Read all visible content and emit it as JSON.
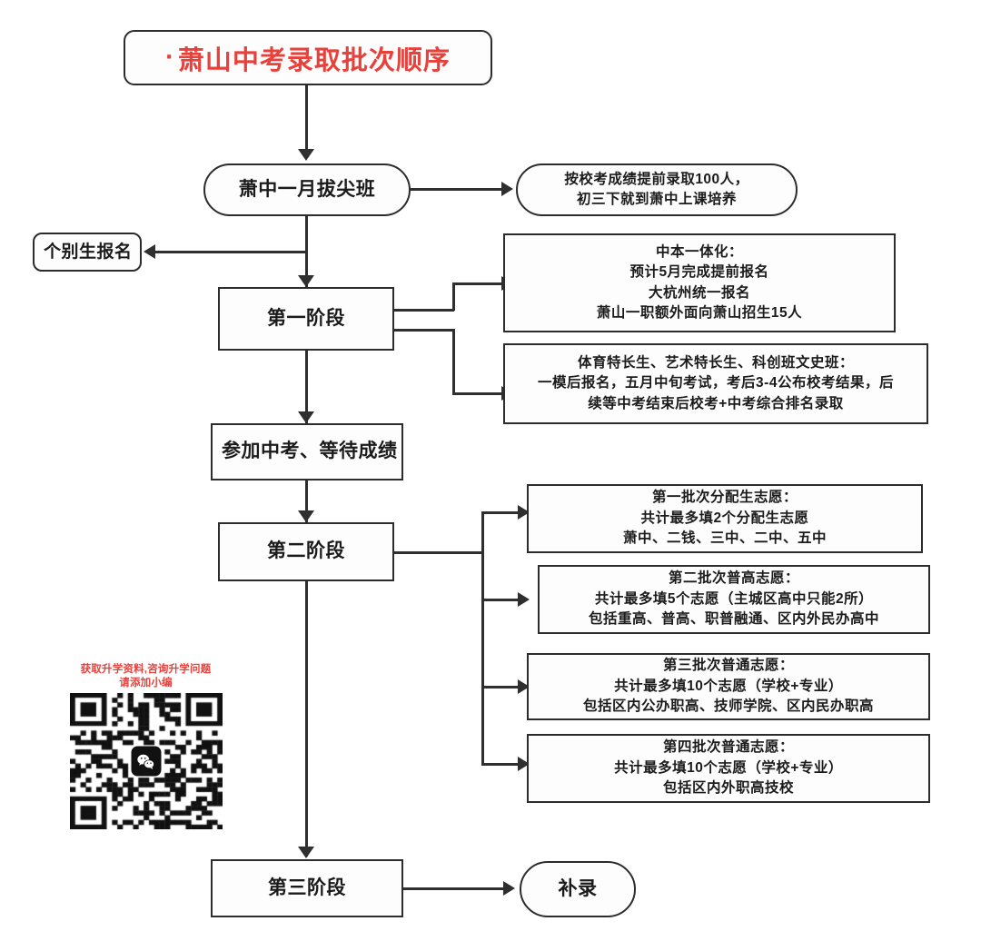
{
  "title": {
    "bullet": "·",
    "text": "萧山中考录取批次顺序",
    "color": "#e8413c"
  },
  "nodes": {
    "top_class": "萧中一月拔尖班",
    "top_class_detail_l1": "按校考成绩提前录取100人，",
    "top_class_detail_l2": "初三下就到萧中上课培养",
    "individual_signup": "个别生报名",
    "stage1": "第一阶段",
    "zhongben_l1": "中本一体化：",
    "zhongben_l2": "预计5月完成提前报名",
    "zhongben_l3": "大杭州统一报名",
    "zhongben_l4": "萧山一职额外面向萧山招生15人",
    "special_l1": "体育特长生、艺术特长生、科创班文史班：",
    "special_l2": "一模后报名，五月中旬考试，考后3-4公布校考结果，后",
    "special_l3": "续等中考结束后校考+中考综合排名录取",
    "exam_wait": "参加中考、等待成绩",
    "stage2": "第二阶段",
    "batch1_l1": "第一批次分配生志愿：",
    "batch1_l2": "共计最多填2个分配生志愿",
    "batch1_l3": "萧中、二钱、三中、二中、五中",
    "batch2_l1": "第二批次普高志愿：",
    "batch2_l2": "共计最多填5个志愿（主城区高中只能2所）",
    "batch2_l3": "包括重高、普高、职普融通、区内外民办高中",
    "batch3_l1": "第三批次普通志愿：",
    "batch3_l2": "共计最多填10个志愿（学校+专业）",
    "batch3_l3": "包括区内公办职高、技师学院、区内民办职高",
    "batch4_l1": "第四批次普通志愿：",
    "batch4_l2": "共计最多填10个志愿（学校+专业）",
    "batch4_l3": "包括区内外职高技校",
    "stage3": "第三阶段",
    "supplement": "补录"
  },
  "qr": {
    "caption_l1": "获取升学资料,咨询升学问题",
    "caption_l2": "请添加小编",
    "icon": "wechat-icon",
    "caption_color": "#e8413c"
  },
  "colors": {
    "stroke": "#2f2f2f",
    "box_fill": "#fdfdfd",
    "accent_red": "#e8413c",
    "text": "#1b1b1b"
  }
}
